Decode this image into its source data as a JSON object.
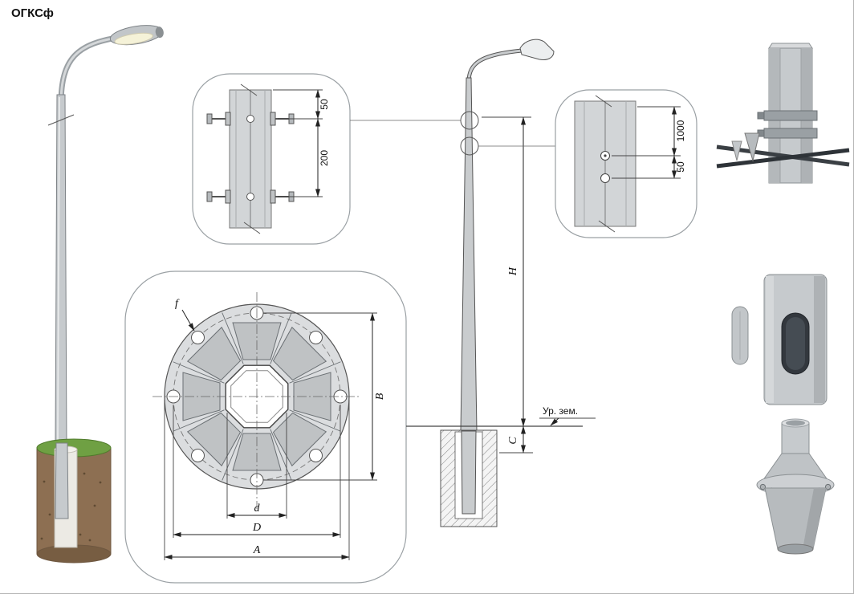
{
  "title": "ОГКСф",
  "clamp_detail": {
    "dim_top": "50",
    "dim_bottom": "200"
  },
  "hole_detail": {
    "dim_top": "1000",
    "dim_bottom": "50"
  },
  "flange_detail": {
    "dim_f": "f",
    "dim_b": "B",
    "dim_d": "d",
    "dim_big_d": "D",
    "dim_a": "A"
  },
  "elevation": {
    "dim_h": "H",
    "dim_c": "C",
    "ground_label": "Ур. зем."
  },
  "colors": {
    "metal_light": "#c6cacd",
    "metal_mid": "#aeb2b5",
    "metal_dark": "#6b7074",
    "soil": "#8d6f52",
    "grass": "#6fa043",
    "line": "#444444"
  }
}
